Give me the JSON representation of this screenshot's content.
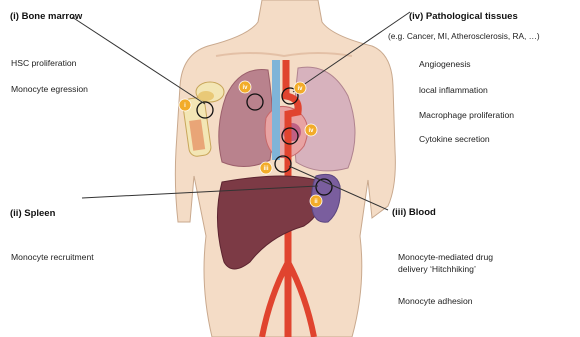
{
  "sections": {
    "bone_marrow": {
      "badge": "i",
      "title": "(i) Bone marrow",
      "items": [
        "HSC proliferation",
        "Monocyte egression"
      ]
    },
    "spleen": {
      "badge": "ii",
      "title": "(ii) Spleen",
      "items": [
        "Monocyte recruitment"
      ]
    },
    "blood": {
      "badge": "iii",
      "title": "(iii) Blood",
      "items": [
        "Monocyte-mediated drug",
        "delivery ‘Hitchhiking’",
        "Monocyte adhesion"
      ]
    },
    "pathological": {
      "badge": "iv",
      "title": "(iv) Pathological tissues",
      "subtitle": "(e.g. Cancer, MI, Atherosclerosis, RA, …)",
      "items": [
        "Angiogenesis",
        "local inflammation",
        "Macrophage proliferation",
        "Cytokine secretion"
      ]
    }
  },
  "colors": {
    "skin": "#f4dcc6",
    "skin_outline": "#c9a98e",
    "lung": "#b9828d",
    "liver": "#7c3a45",
    "heart": "#e0533f",
    "artery": "#e0442f",
    "vein": "#7fb4d8",
    "spleen": "#7a5e9e",
    "badge": "#f2ac2a",
    "leader": "#333333"
  },
  "icons": [
    "monocyte-icon",
    "bone-icon",
    "heart-icon"
  ]
}
